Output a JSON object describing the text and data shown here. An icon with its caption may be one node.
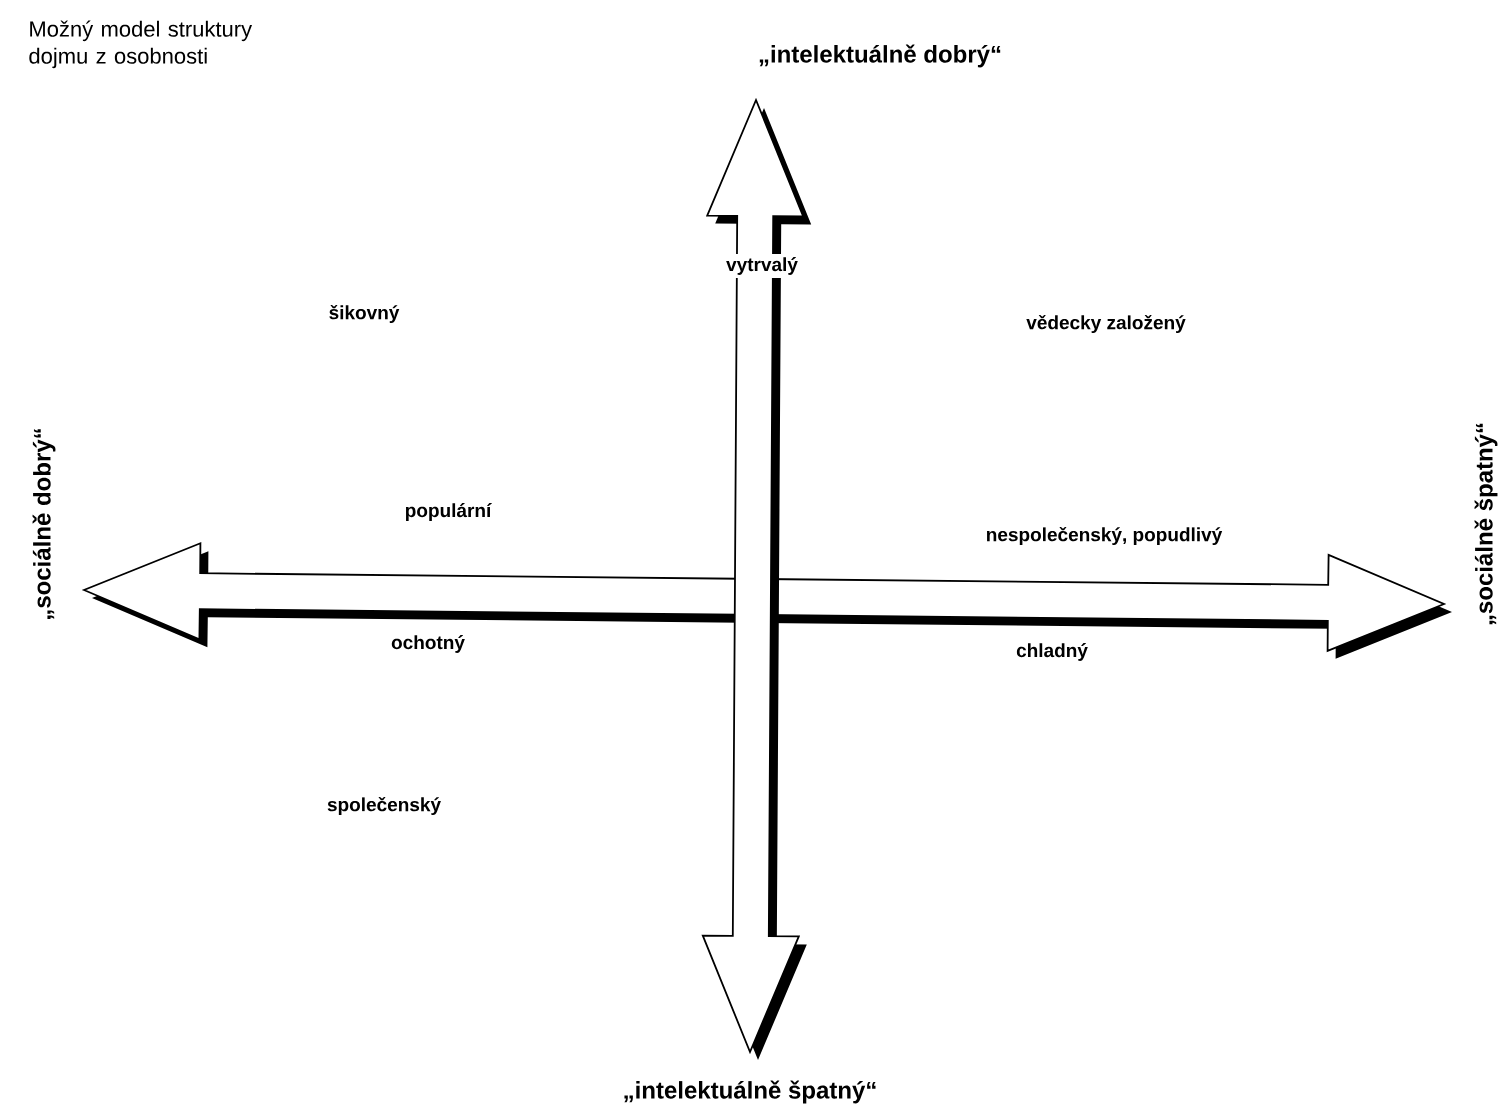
{
  "diagram": {
    "nodes": [
      {
        "text": [
          "„intelektuálně dobrý“"
        ]
      },
      {
        "text": [
          "„intelektuálně špatný“"
        ]
      },
      {
        "text": [
          "„sociálně dobrý“"
        ]
      },
      {
        "text": [
          "„sociálně špatný“"
        ]
      }
    ],
    "edges": [
      {
        "from": 2,
        "to": 3,
        "arrow": "both"
      },
      {
        "from": 0,
        "to": 1,
        "arrow": "both"
      }
    ],
    "labels": [
      "Možný model struktury dojmu z osobnosti",
      "vytrvalý",
      "šikovný",
      "vědecky založený",
      "populární",
      "nespolečenský, popudlivý",
      "ochotný",
      "chladný",
      "společenský"
    ]
  }
}
